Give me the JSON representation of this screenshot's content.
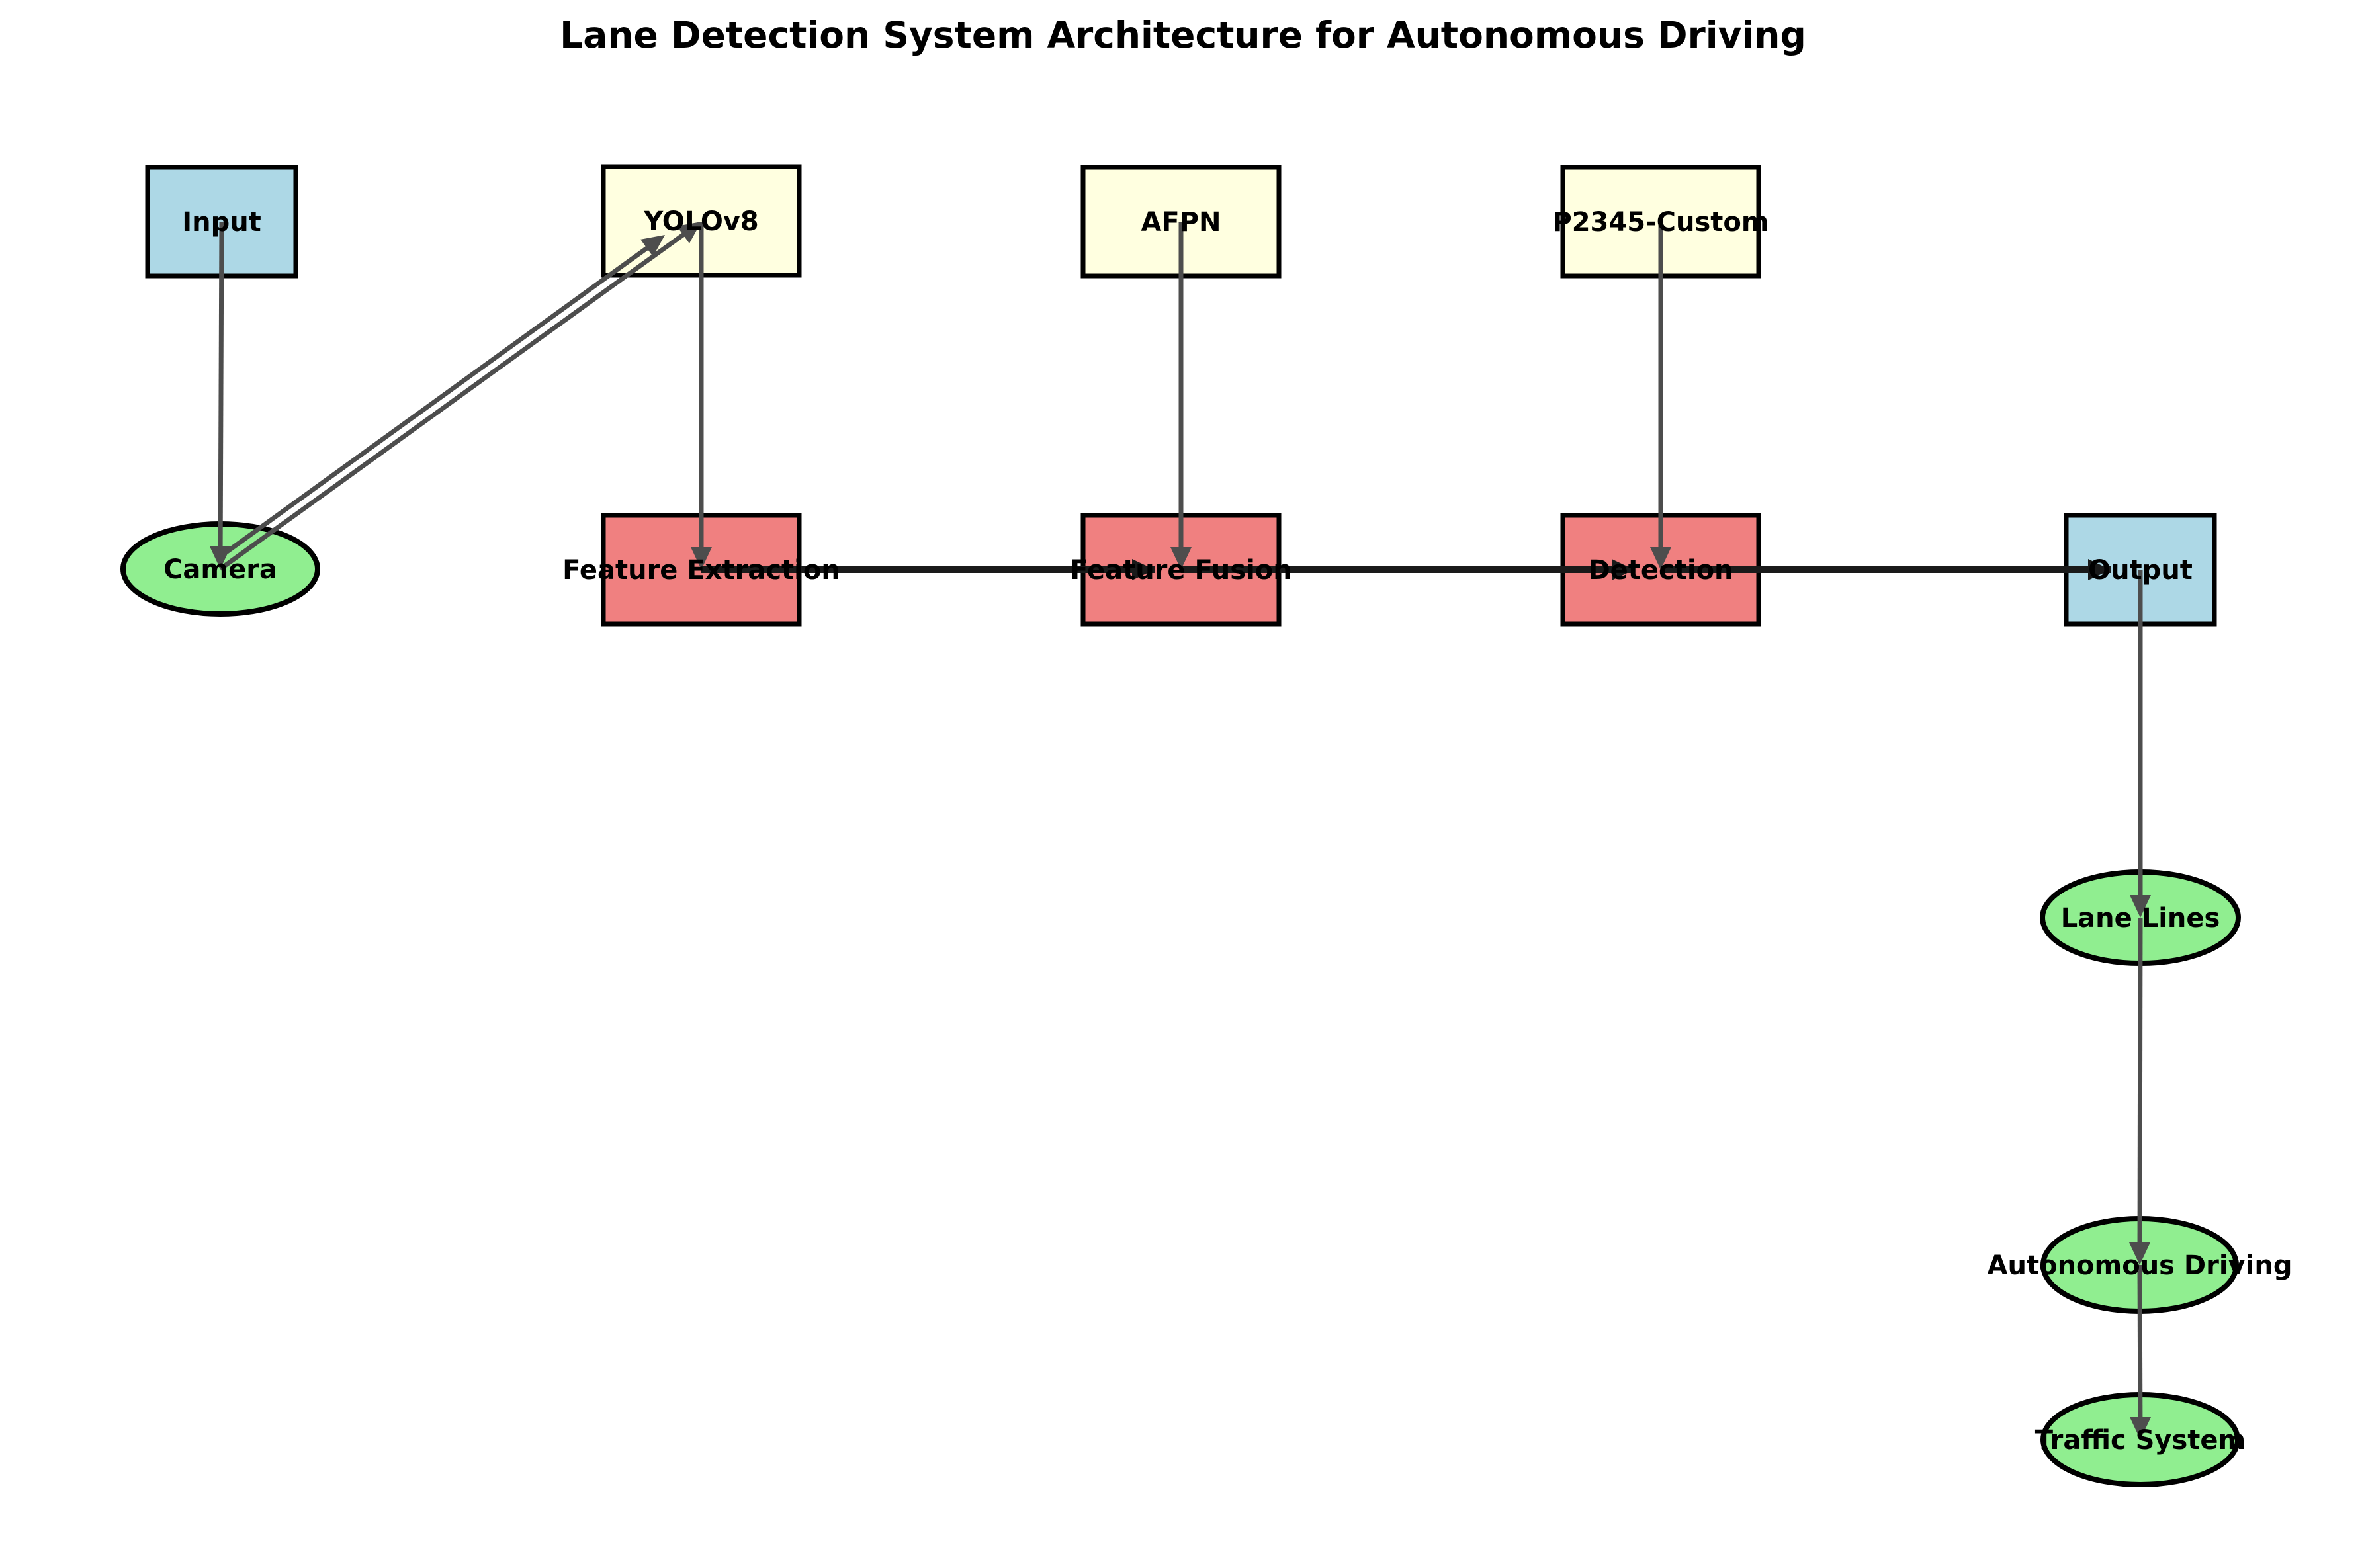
{
  "title": "Lane Detection System Architecture for Autonomous Driving",
  "palette": {
    "io_fill": "#ADD8E6",
    "backbone_fill": "#FFFFE0",
    "process_fill": "#F08080",
    "endpoint_fill": "#90EE90",
    "node_border": "#000000",
    "edge_gray": "#4D4D4D",
    "edge_dark": "#1A1A1A",
    "label_color": "#000000",
    "background": "#FFFFFF"
  },
  "nodes": [
    {
      "id": "input",
      "label": "Input",
      "shape": "box",
      "role": "io"
    },
    {
      "id": "yolov8",
      "label": "YOLOv8",
      "shape": "box",
      "role": "backbone"
    },
    {
      "id": "afpn",
      "label": "AFPN",
      "shape": "box",
      "role": "backbone"
    },
    {
      "id": "p2345_custom",
      "label": "P2345-Custom",
      "shape": "box",
      "role": "backbone"
    },
    {
      "id": "camera",
      "label": "Camera",
      "shape": "ellipse",
      "role": "endpoint"
    },
    {
      "id": "feature_extraction",
      "label": "Feature Extraction",
      "shape": "box",
      "role": "process"
    },
    {
      "id": "feature_fusion",
      "label": "Feature Fusion",
      "shape": "box",
      "role": "process"
    },
    {
      "id": "detection",
      "label": "Detection",
      "shape": "box",
      "role": "process"
    },
    {
      "id": "output",
      "label": "Output",
      "shape": "box",
      "role": "io"
    },
    {
      "id": "lane_lines",
      "label": "Lane Lines",
      "shape": "ellipse",
      "role": "endpoint"
    },
    {
      "id": "autonomous_driving",
      "label": "Autonomous Driving",
      "shape": "ellipse",
      "role": "endpoint"
    },
    {
      "id": "traffic_system",
      "label": "Traffic System",
      "shape": "ellipse",
      "role": "endpoint"
    }
  ],
  "edges": [
    {
      "from": "Input",
      "to": "Camera"
    },
    {
      "from": "Camera",
      "to": "YOLOv8"
    },
    {
      "from": "Camera",
      "to": "YOLOv8"
    },
    {
      "from": "YOLOv8",
      "to": "Feature Extraction"
    },
    {
      "from": "AFPN",
      "to": "Feature Fusion"
    },
    {
      "from": "P2345-Custom",
      "to": "Detection"
    },
    {
      "from": "Feature Extraction",
      "to": "Feature Fusion"
    },
    {
      "from": "Feature Fusion",
      "to": "Detection"
    },
    {
      "from": "Detection",
      "to": "Output"
    },
    {
      "from": "Output",
      "to": "Lane Lines"
    },
    {
      "from": "Lane Lines",
      "to": "Autonomous Driving"
    },
    {
      "from": "Autonomous Driving",
      "to": "Traffic System"
    }
  ]
}
